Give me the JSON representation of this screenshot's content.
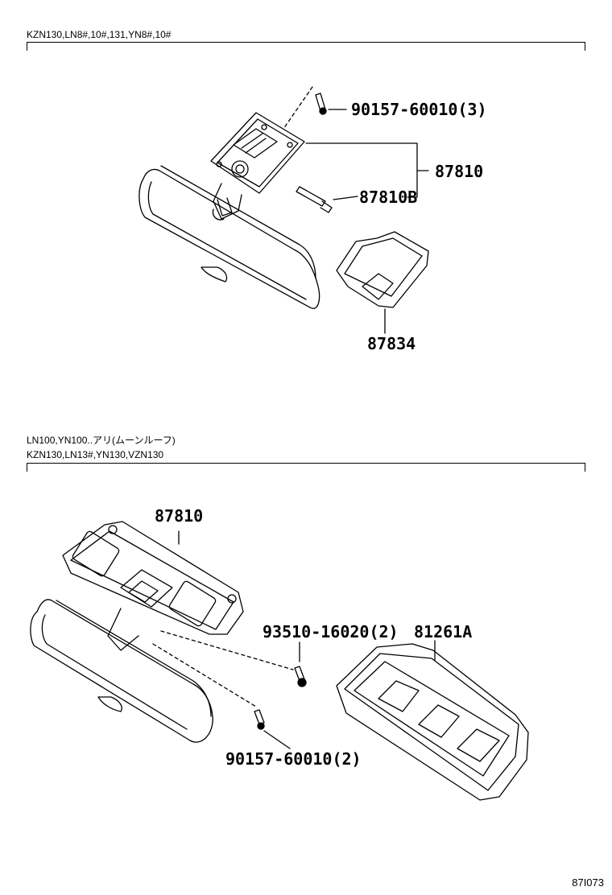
{
  "section_top": {
    "applicability": "KZN130,LN8#,10#,131,YN8#,10#",
    "parts": {
      "screw": "90157-60010(3)",
      "lamp_assy": "87810",
      "bulb": "87810B",
      "cover": "87834"
    }
  },
  "section_bottom": {
    "applicability_line1": "LN100,YN100..アリ(ムーンルーフ)",
    "applicability_line2": "KZN130,LN13#,YN130,VZN130",
    "parts": {
      "lamp_assy": "87810",
      "bolt": "93510-16020(2)",
      "lens": "81261A",
      "screw": "90157-60010(2)"
    }
  },
  "illustration_code": "87I073"
}
